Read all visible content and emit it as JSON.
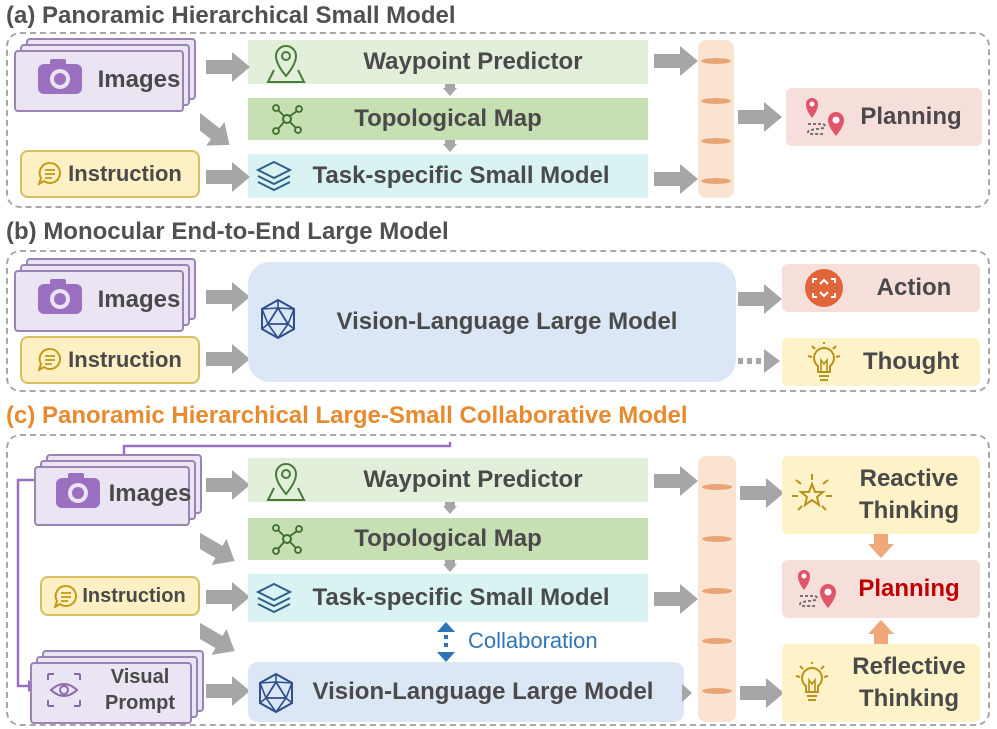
{
  "sections": {
    "a": {
      "title": "(a) Panoramic Hierarchical Small Model",
      "images": "Images",
      "instruction": "Instruction",
      "waypoint": "Waypoint Predictor",
      "topo": "Topological Map",
      "task": "Task-specific Small Model",
      "planning": "Planning"
    },
    "b": {
      "title": "(b) Monocular End-to-End Large Model",
      "images": "Images",
      "instruction": "Instruction",
      "vlm": "Vision-Language Large Model",
      "action": "Action",
      "thought": "Thought"
    },
    "c": {
      "title": "(c) Panoramic Hierarchical Large-Small Collaborative Model",
      "images": "Images",
      "instruction": "Instruction",
      "visual_line1": "Visual",
      "visual_line2": "Prompt",
      "waypoint": "Waypoint Predictor",
      "topo": "Topological Map",
      "task": "Task-specific Small Model",
      "collab": "Collaboration",
      "vlm": "Vision-Language Large Model",
      "reactive_line1": "Reactive",
      "reactive_line2": "Thinking",
      "planning": "Planning",
      "reflective_line1": "Reflective",
      "reflective_line2": "Thinking"
    }
  },
  "colors": {
    "accent_orange": "#e88a2e",
    "planning_red": "#c00000",
    "collab_blue": "#2e75b6",
    "arrow_gray": "#a6a6a6"
  },
  "icons": [
    "camera-icon",
    "chat-icon",
    "map-pin-icon",
    "network-icon",
    "layers-icon",
    "route-icon",
    "polyhedron-icon",
    "action-icon",
    "lightbulb-icon",
    "star-burst-icon",
    "eye-icon"
  ]
}
